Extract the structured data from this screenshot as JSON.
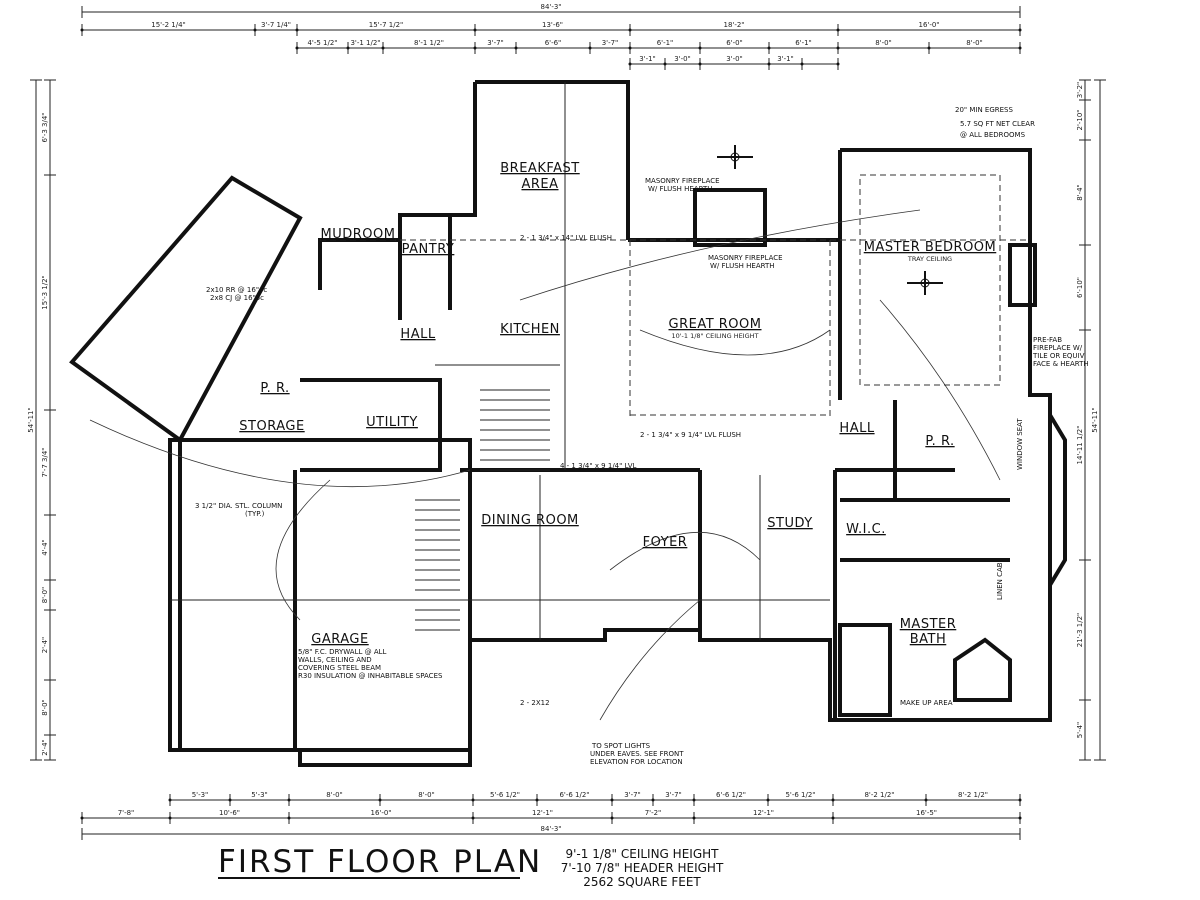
{
  "title": {
    "main": "FIRST FLOOR PLAN",
    "ceiling_height": "9'-1 1/8\" CEILING HEIGHT",
    "header_height": "7'-10 7/8\" HEADER HEIGHT",
    "square_feet": "2562 SQUARE FEET"
  },
  "rooms": [
    {
      "name": "BREAKFAST",
      "sub": ""
    },
    {
      "name": "AREA",
      "sub": ""
    },
    {
      "name": "MUDROOM",
      "sub": ""
    },
    {
      "name": "PANTRY",
      "sub": ""
    },
    {
      "name": "HALL",
      "sub": ""
    },
    {
      "name": "KITCHEN",
      "sub": ""
    },
    {
      "name": "GREAT ROOM",
      "sub": "10'-1 1/8\" CEILING HEIGHT"
    },
    {
      "name": "MASTER BEDROOM",
      "sub": "TRAY CEILING"
    },
    {
      "name": "P. R.",
      "sub": ""
    },
    {
      "name": "STORAGE",
      "sub": ""
    },
    {
      "name": "UTILITY",
      "sub": ""
    },
    {
      "name": "DINING ROOM",
      "sub": ""
    },
    {
      "name": "FOYER",
      "sub": ""
    },
    {
      "name": "STUDY",
      "sub": ""
    },
    {
      "name": "HALL",
      "sub": ""
    },
    {
      "name": "P. R.",
      "sub": ""
    },
    {
      "name": "W.I.C.",
      "sub": ""
    },
    {
      "name": "MASTER",
      "sub": ""
    },
    {
      "name": "BATH",
      "sub": ""
    },
    {
      "name": "GARAGE",
      "sub": ""
    }
  ],
  "notes": [
    "20\" MIN EGRESS",
    "5.7 SQ FT NET CLEAR",
    "@ ALL BEDROOMS",
    "MASONRY FIREPLACE",
    "W/ FLUSH HEARTH",
    "MASONRY FIREPLACE",
    "W/ FLUSH HEARTH",
    "PRE-FAB",
    "FIREPLACE W/",
    "TILE OR EQUIV",
    "FACE & HEARTH",
    "3 1/2\" DIA. STL. COLUMN",
    "(TYP.)",
    "5/8\" F.C. DRYWALL @ ALL",
    "WALLS, CEILING AND",
    "COVERING STEEL BEAM",
    "R30 INSULATION @ INHABITABLE SPACES",
    "TO SPOT LIGHTS",
    "UNDER EAVES. SEE FRONT",
    "ELEVATION FOR LOCATION",
    "WINDOW SEAT",
    "MAKE UP AREA",
    "LINEN CAB",
    "2 - 1 3/4\" x 14\" LVL FLUSH",
    "2 - 1 3/4\" x 9 1/4\" LVL FLUSH",
    "4 - 1 3/4\" x 9 1/4\" LVL",
    "2 - 2X12",
    "2x10 RR @ 16\"oc",
    "2x8 CJ @ 16\"oc"
  ],
  "dimensions": {
    "top_overall": "84'-3\"",
    "top_row1": [
      "15'-2 1/4\"",
      "3'-7 1/4\"",
      "15'-7 1/2\"",
      "13'-6\"",
      "18'-2\"",
      "16'-0\""
    ],
    "top_row2": [
      "4'-5 1/2\"",
      "3'-1 1/2\"",
      "8'-1 1/2\"",
      "3'-7\"",
      "6'-6\"",
      "3'-7\"",
      "6'-1\"",
      "6'-0\"",
      "6'-1\"",
      "8'-0\"",
      "8'-0\""
    ],
    "top_row3": [
      "3'-1\"",
      "3'-0\"",
      "3'-0\"",
      "3'-1\""
    ],
    "bottom_row1": [
      "5'-3\"",
      "5'-3\"",
      "8'-0\"",
      "8'-0\"",
      "5'-6 1/2\"",
      "6'-6 1/2\"",
      "3'-7\"",
      "3'-7\"",
      "6'-6 1/2\"",
      "5'-6 1/2\"",
      "8'-2 1/2\"",
      "8'-2 1/2\""
    ],
    "bottom_row2": [
      "7'-8\"",
      "10'-6\"",
      "16'-0\"",
      "12'-1\"",
      "7'-2\"",
      "12'-1\"",
      "16'-5\""
    ],
    "bottom_overall": "84'-3\"",
    "left": [
      "6'-3 3/4\"",
      "15'-3 1/2\"",
      "7'-7 3/4\"",
      "4'-4\"",
      "8'-0\"",
      "2'-4\"",
      "8'-0\"",
      "2'-4\""
    ],
    "left_overall": "54'-11\"",
    "right": [
      "3'-2\"",
      "2'-10\"",
      "8'-4\"",
      "6'-10\"",
      "14'-11 1/2\"",
      "21'-3 1/2\"",
      "5'-4\""
    ],
    "right_overall": "54'-11\""
  }
}
